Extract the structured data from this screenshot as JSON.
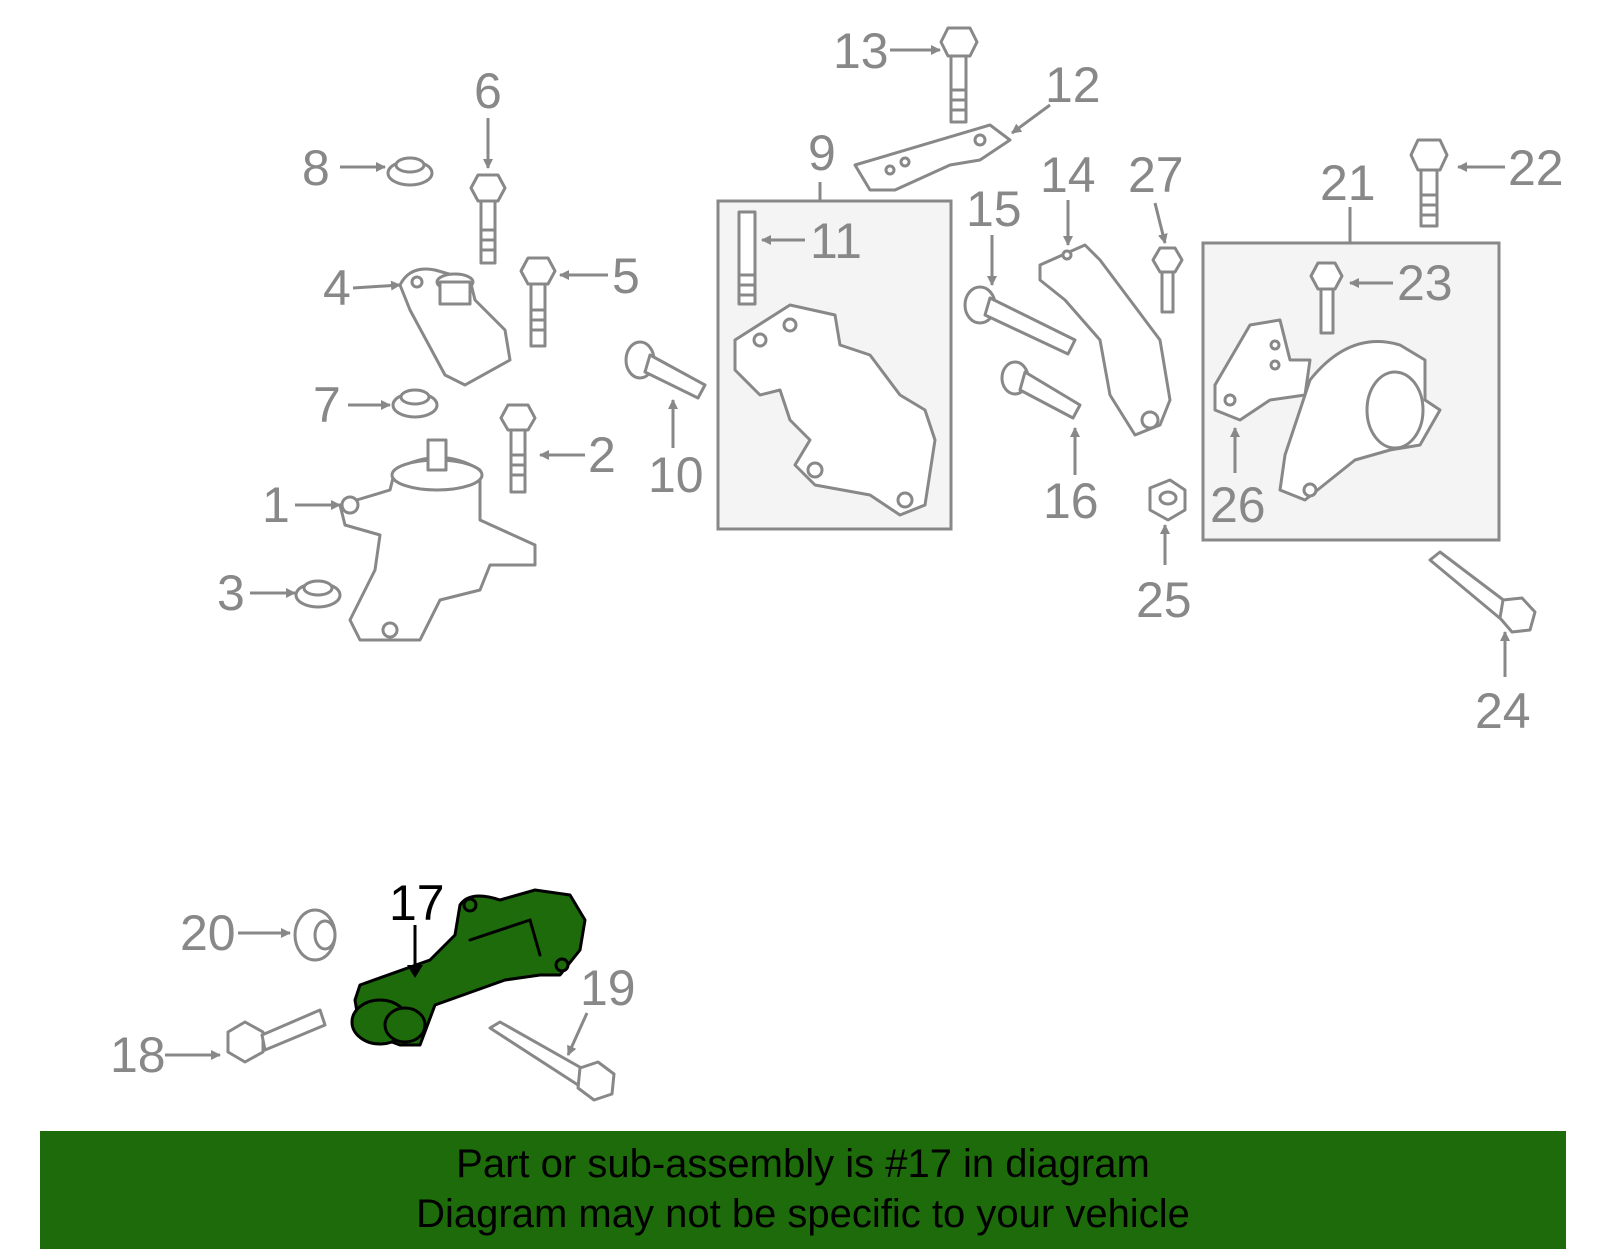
{
  "callouts": {
    "c1": "1",
    "c2": "2",
    "c3": "3",
    "c4": "4",
    "c5": "5",
    "c6": "6",
    "c7": "7",
    "c8": "8",
    "c9": "9",
    "c10": "10",
    "c11": "11",
    "c12": "12",
    "c13": "13",
    "c14": "14",
    "c15": "15",
    "c16": "16",
    "c17": "17",
    "c18": "18",
    "c19": "19",
    "c20": "20",
    "c21": "21",
    "c22": "22",
    "c23": "23",
    "c24": "24",
    "c25": "25",
    "c26": "26",
    "c27": "27"
  },
  "highlighted_part": "17",
  "colors": {
    "highlight": "#1d6b0a",
    "linework": "#888888",
    "banner": "#1d6b0a"
  },
  "banner": {
    "line1": "Part or sub-assembly is #17 in diagram",
    "line2": "Diagram may not be specific to your vehicle"
  }
}
